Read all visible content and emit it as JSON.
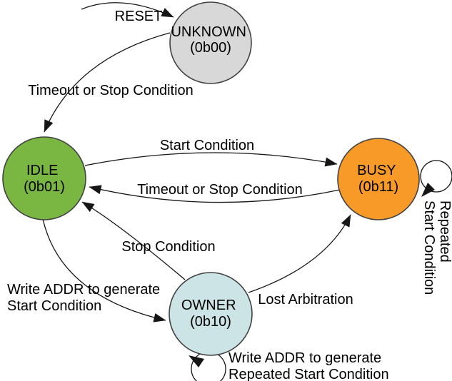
{
  "style": {
    "background": "#ffffff",
    "node_stroke": "#424242",
    "edge_color": "#161616"
  },
  "states": {
    "unknown": {
      "name": "UNKNOWN",
      "code": "(0b00)",
      "fill": "#d8d8d8"
    },
    "idle": {
      "name": "IDLE",
      "code": "(0b01)",
      "fill": "#7ab742"
    },
    "busy": {
      "name": "BUSY",
      "code": "(0b11)",
      "fill": "#f79a28"
    },
    "owner": {
      "name": "OWNER",
      "code": "(0b10)",
      "fill": "#cde4e6"
    }
  },
  "transitions": {
    "reset": {
      "from": "start",
      "to": "UNKNOWN",
      "label": "RESET"
    },
    "unknown_to_idle": {
      "from": "UNKNOWN",
      "to": "IDLE",
      "label": "Timeout or Stop Condition"
    },
    "idle_to_busy": {
      "from": "IDLE",
      "to": "BUSY",
      "label": "Start Condition"
    },
    "busy_to_idle": {
      "from": "BUSY",
      "to": "IDLE",
      "label": "Timeout or Stop Condition"
    },
    "owner_to_idle": {
      "from": "OWNER",
      "to": "IDLE",
      "label": "Stop Condition"
    },
    "idle_to_owner": {
      "from": "IDLE",
      "to": "OWNER",
      "label_lines": [
        "Write ADDR to generate",
        "Start Condition"
      ]
    },
    "owner_to_busy": {
      "from": "OWNER",
      "to": "BUSY",
      "label": "Lost Arbitration"
    },
    "busy_self": {
      "from": "BUSY",
      "to": "BUSY",
      "label_lines": [
        "Repeated",
        "Start Condition"
      ]
    },
    "owner_self": {
      "from": "OWNER",
      "to": "OWNER",
      "label_lines": [
        "Write ADDR to generate",
        "Repeated Start Condition"
      ]
    }
  }
}
